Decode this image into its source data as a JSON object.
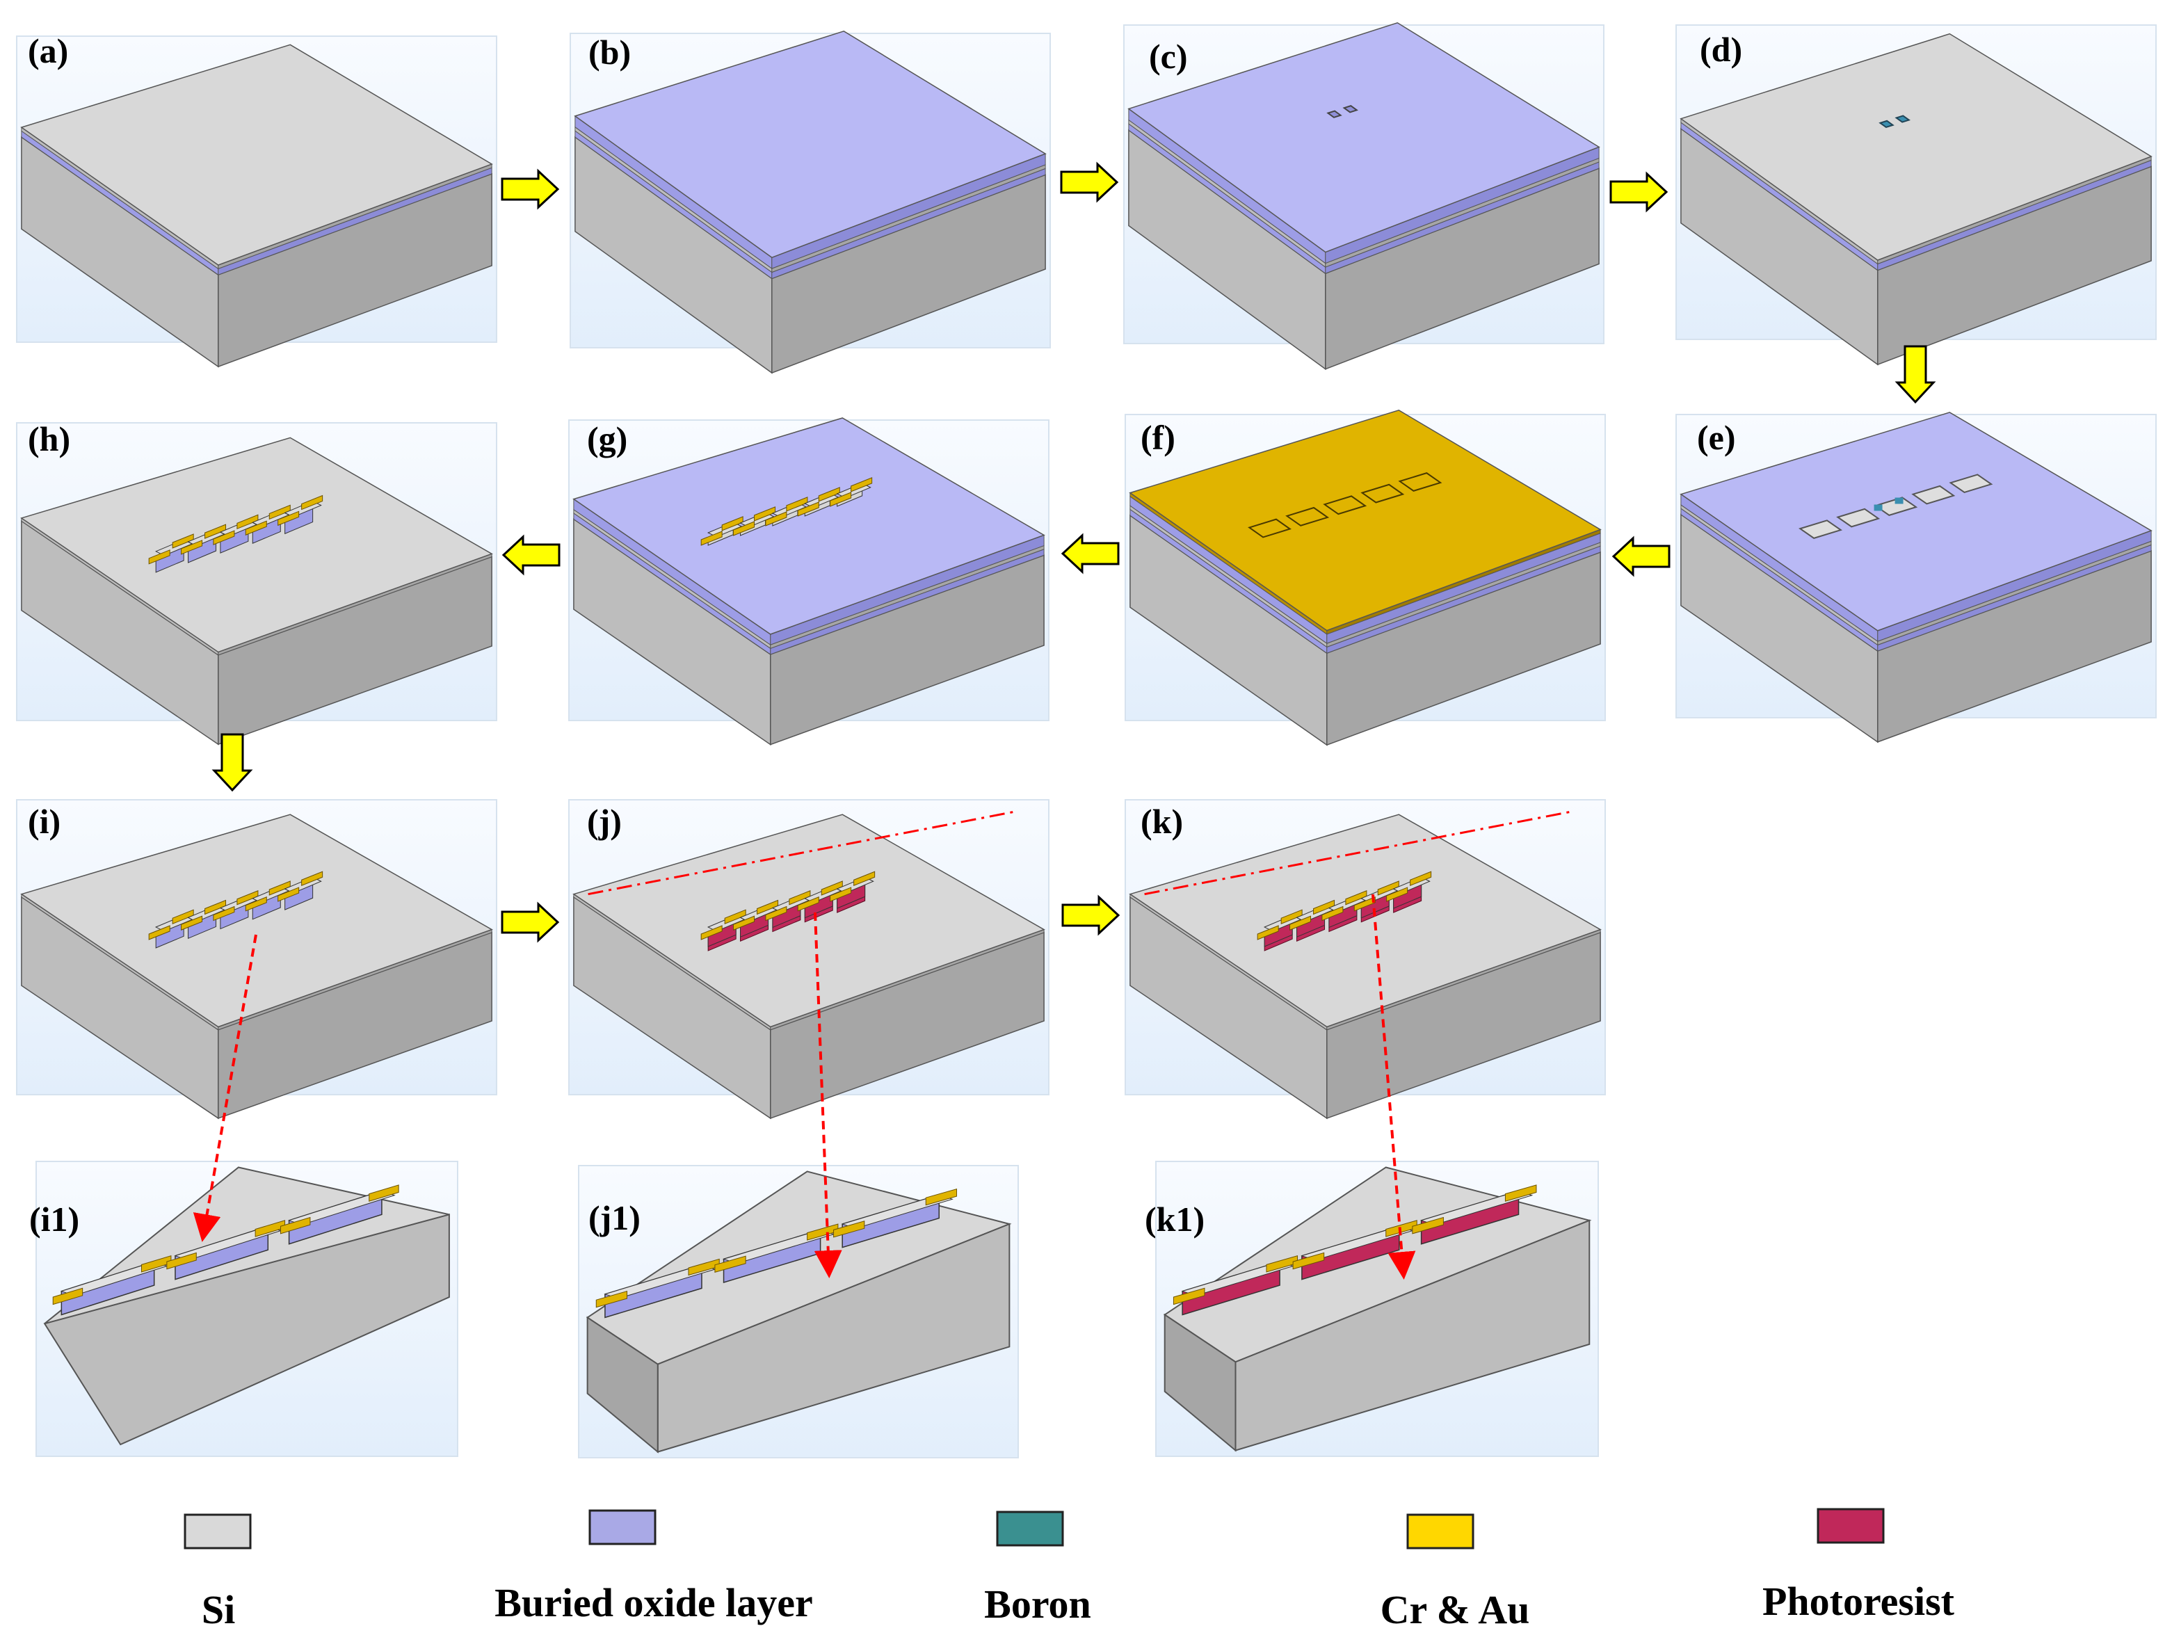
{
  "steps": [
    {
      "id": "a",
      "label": "(a)"
    },
    {
      "id": "b",
      "label": "(b)"
    },
    {
      "id": "c",
      "label": "(c)"
    },
    {
      "id": "d",
      "label": "(d)"
    },
    {
      "id": "e",
      "label": "(e)"
    },
    {
      "id": "f",
      "label": "(f)"
    },
    {
      "id": "g",
      "label": "(g)"
    },
    {
      "id": "h",
      "label": "(h)"
    },
    {
      "id": "i",
      "label": "(i)"
    },
    {
      "id": "j",
      "label": "(j)"
    },
    {
      "id": "k",
      "label": "(k)"
    },
    {
      "id": "i1",
      "label": "(i1)"
    },
    {
      "id": "j1",
      "label": "(j1)"
    },
    {
      "id": "k1",
      "label": "(k1)"
    }
  ],
  "legend": [
    {
      "name": "Si",
      "color": "#d9d9d9"
    },
    {
      "name": "Buried oxide layer",
      "color": "#a9a9e6"
    },
    {
      "name": "Boron",
      "color": "#3a9090"
    },
    {
      "name": "Cr & Au",
      "color": "#ffd700"
    },
    {
      "name": "Photoresist",
      "color": "#c0285a"
    }
  ],
  "colors": {
    "si_top": "#d8d8d8",
    "si_front": "#bdbdbd",
    "si_side": "#a6a6a6",
    "oxide_top": "#b9b9f5",
    "oxide_side": "#9d9de6",
    "gold_top": "#e0b400",
    "gold_side": "#b88f00",
    "boron": "#3a8fb0",
    "photoresist": "#c0285a",
    "arrow_fill": "#ffff00",
    "dashed_arrow": "#ff0000",
    "panel_bg_top": "#f7fbff",
    "panel_bg_bottom": "#e3effc"
  }
}
